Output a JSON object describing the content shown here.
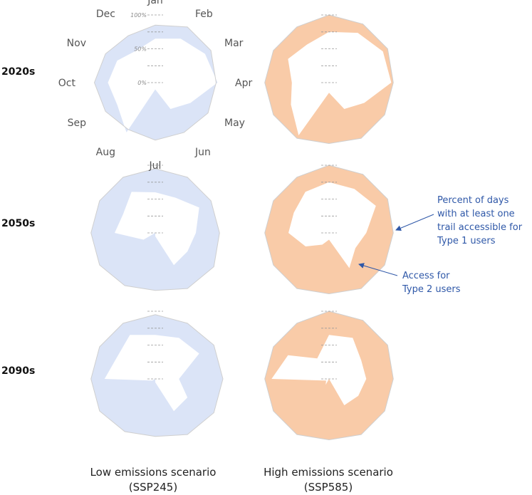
{
  "chart_data": {
    "type": "radar",
    "description_free": true,
    "months": [
      "Jan",
      "Feb",
      "Mar",
      "Apr",
      "May",
      "Jun",
      "Jul",
      "Aug",
      "Sep",
      "Oct",
      "Nov",
      "Dec"
    ],
    "radial_ticks": [
      "100%",
      "50%",
      "0%"
    ],
    "periods": [
      "2020s",
      "2050s",
      "2090s"
    ],
    "scenarios": [
      "Low emissions scenario (SSP245)",
      "High emissions scenario (SSP585)"
    ],
    "colors": {
      "low": "#dbe4f7",
      "high": "#f9cba8",
      "outline": "#cfcfcf"
    },
    "panels": [
      {
        "period": "2020s",
        "scenario": "low",
        "type1": [
          0.85,
          0.95,
          0.95,
          0.9,
          0.9,
          0.85,
          0.85,
          0.8,
          0.85,
          0.9,
          0.85,
          0.8
        ],
        "type2": [
          0.65,
          0.75,
          0.85,
          0.92,
          0.6,
          0.45,
          0.1,
          0.85,
          0.65,
          0.7,
          0.65,
          0.55
        ]
      },
      {
        "period": "2020s",
        "scenario": "high",
        "type1": [
          1.0,
          1.0,
          1.0,
          0.95,
          0.95,
          0.95,
          0.9,
          0.95,
          0.95,
          0.95,
          0.95,
          0.95
        ],
        "type2": [
          0.75,
          0.85,
          0.92,
          0.92,
          0.6,
          0.45,
          0.15,
          0.9,
          0.65,
          0.55,
          0.7,
          0.65
        ]
      },
      {
        "period": "2050s",
        "scenario": "low",
        "type1": [
          0.95,
          0.95,
          0.95,
          0.95,
          1.0,
          0.95,
          0.85,
          0.9,
          0.95,
          0.95,
          0.95,
          0.95
        ],
        "type2": [
          0.6,
          0.6,
          0.75,
          0.6,
          0.55,
          0.55,
          0.05,
          0.0,
          0.2,
          0.6,
          0.55,
          0.7
        ]
      },
      {
        "period": "2050s",
        "scenario": "high",
        "type1": [
          1.0,
          1.0,
          1.0,
          0.95,
          0.95,
          0.95,
          0.9,
          0.95,
          0.95,
          0.95,
          0.95,
          0.95
        ],
        "type2": [
          0.75,
          0.75,
          0.8,
          0.55,
          0.45,
          0.6,
          0.1,
          0.2,
          0.4,
          0.6,
          0.6,
          0.7
        ]
      },
      {
        "period": "2090s",
        "scenario": "low",
        "type1": [
          0.95,
          0.95,
          1.0,
          1.0,
          1.0,
          0.95,
          0.85,
          0.9,
          0.95,
          0.95,
          0.95,
          0.95
        ],
        "type2": [
          0.65,
          0.7,
          0.75,
          0.35,
          0.55,
          0.55,
          0.05,
          0.0,
          0.05,
          0.75,
          0.65,
          0.75
        ]
      },
      {
        "period": "2090s",
        "scenario": "high",
        "type1": [
          1.0,
          1.0,
          1.0,
          0.95,
          0.95,
          0.95,
          0.9,
          0.95,
          0.95,
          0.95,
          0.95,
          0.95
        ],
        "type2": [
          0.65,
          0.7,
          0.55,
          0.55,
          0.5,
          0.45,
          0.0,
          0.1,
          0.05,
          0.85,
          0.7,
          0.35
        ]
      }
    ],
    "annotations": [
      "Percent of days with at least one trail accessible for Type 1 users",
      "Access for Type 2 users"
    ]
  },
  "labels": {
    "rows": [
      "2020s",
      "2050s",
      "2090s"
    ],
    "cols": [
      "Low emissions scenario (SSP245)",
      "High emissions scenario (SSP585)"
    ],
    "annot1": [
      "Percent of days",
      "with at least one",
      "trail accessible for",
      "Type 1 users"
    ],
    "annot2": [
      "Access for",
      "Type 2 users"
    ]
  }
}
